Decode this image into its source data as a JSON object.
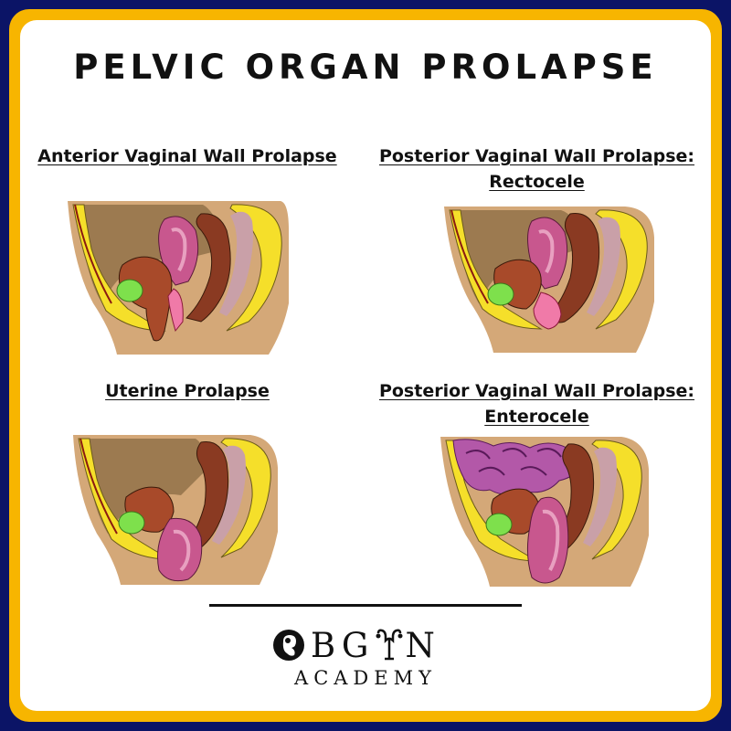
{
  "title": "PELVIC ORGAN PROLAPSE",
  "panels": [
    {
      "label_lines": [
        "Anterior Vaginal Wall Prolapse"
      ]
    },
    {
      "label_lines": [
        "Posterior Vaginal Wall Prolapse:",
        "Rectocele"
      ]
    },
    {
      "label_lines": [
        "Uterine Prolapse"
      ]
    },
    {
      "label_lines": [
        "Posterior Vaginal Wall Prolapse:",
        "Enterocele"
      ]
    }
  ],
  "logo": {
    "letters_left": "BG",
    "letters_right": "N",
    "subtitle": "ACADEMY",
    "icons": [
      "fetus-icon",
      "uterus-icon"
    ]
  },
  "colors": {
    "frame_outer": "#0b1466",
    "frame_border": "#f7b500",
    "bone": "#f5df2a",
    "skin": "#d4a878",
    "bladder": "#a84a2a",
    "uterus": "#c8578e",
    "rectum": "#8a3a22",
    "gland": "#7ee04c",
    "bowel": "#b358a8"
  }
}
